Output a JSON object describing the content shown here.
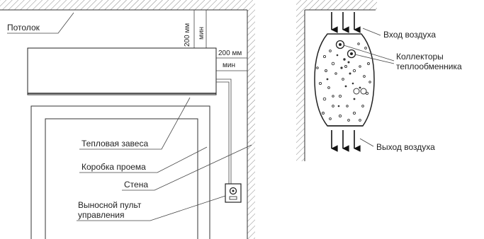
{
  "left": {
    "ceiling": "Потолок",
    "dim_vertical_value": "200 мм",
    "dim_vertical_min": "мин",
    "dim_horizontal_value": "200 мм",
    "dim_horizontal_min": "мин",
    "curtain": "Тепловая завеса",
    "frame": "Коробка проема",
    "wall": "Стена",
    "remote_line1": "Выносной пульт",
    "remote_line2": "управления"
  },
  "right": {
    "air_in": "Вход воздуха",
    "collectors_line1": "Коллекторы",
    "collectors_line2": "теплообменника",
    "air_out": "Выход воздуха"
  }
}
